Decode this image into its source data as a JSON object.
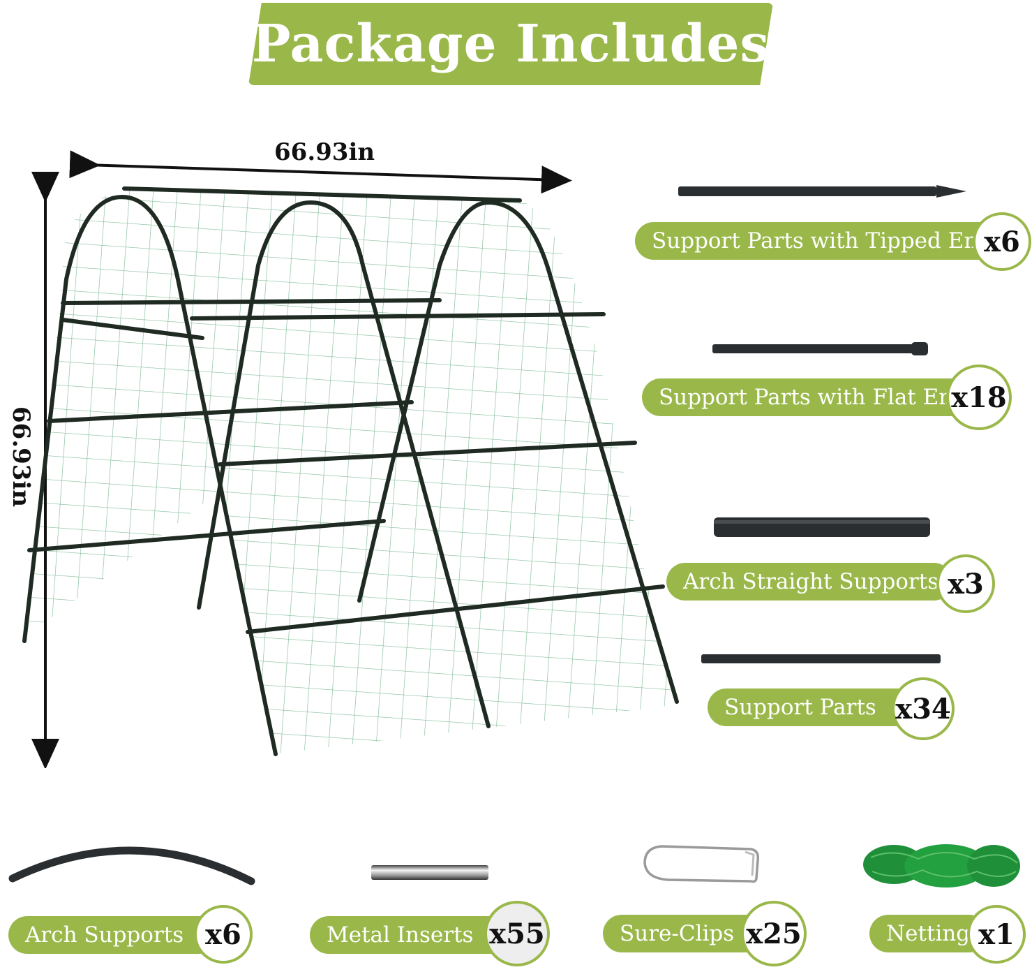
{
  "title": "Package Includes",
  "dimensions": {
    "width": "66.93in",
    "height": "66.93in"
  },
  "parts_right": [
    {
      "label": "Support Parts with Tipped End",
      "qty": "x6",
      "icon": "tipped-rod-icon"
    },
    {
      "label": "Support Parts with Flat End",
      "qty": "x18",
      "icon": "flat-rod-icon"
    },
    {
      "label": "Arch Straight Supports",
      "qty": "x3",
      "icon": "thick-rod-icon"
    },
    {
      "label": "Support Parts",
      "qty": "x34",
      "icon": "thin-rod-icon"
    }
  ],
  "parts_bottom": [
    {
      "label": "Arch Supports",
      "qty": "x6",
      "icon": "curved-rod-icon"
    },
    {
      "label": "Metal Inserts",
      "qty": "x55",
      "icon": "metal-insert-icon"
    },
    {
      "label": "Sure-Clips",
      "qty": "x25",
      "icon": "clip-icon"
    },
    {
      "label": "Netting",
      "qty": "x1",
      "icon": "netting-bundle-icon"
    }
  ],
  "colors": {
    "accent": "#9ab84a",
    "frame": "#1f2a22",
    "net": "#3f9a62"
  }
}
